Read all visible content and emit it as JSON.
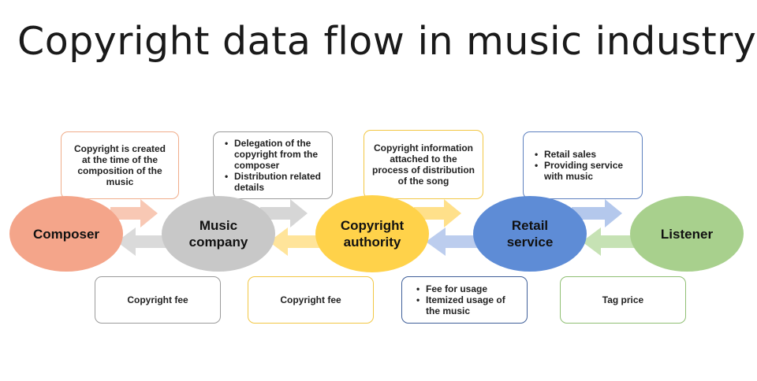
{
  "title": "Copyright data flow in music industry",
  "nodes": [
    {
      "label": "Composer",
      "color": "#f4a58a"
    },
    {
      "label": "Music\ncompany",
      "color": "#c8c8c8"
    },
    {
      "label": "Copyright\nauthority",
      "color": "#ffd24a"
    },
    {
      "label": "Retail\nservice",
      "color": "#5e8cd6"
    },
    {
      "label": "Listener",
      "color": "#a8d08d"
    }
  ],
  "top_notes": [
    {
      "lines": [
        "Copyright is created at the time of the composition of the music"
      ],
      "list": false
    },
    {
      "lines": [
        "Delegation of the copyright from the composer",
        "Distribution related details"
      ],
      "list": true
    },
    {
      "lines": [
        "Copyright information attached to the process of distribution of the song"
      ],
      "list": false
    },
    {
      "lines": [
        "Retail sales",
        "Providing service with music"
      ],
      "list": true
    }
  ],
  "bottom_notes": [
    {
      "lines": [
        "Copyright fee"
      ],
      "list": false
    },
    {
      "lines": [
        "Copyright fee"
      ],
      "list": false
    },
    {
      "lines": [
        "Fee for usage",
        "Itemized usage of the music"
      ],
      "list": true
    },
    {
      "lines": [
        "Tag price"
      ],
      "list": false
    }
  ]
}
